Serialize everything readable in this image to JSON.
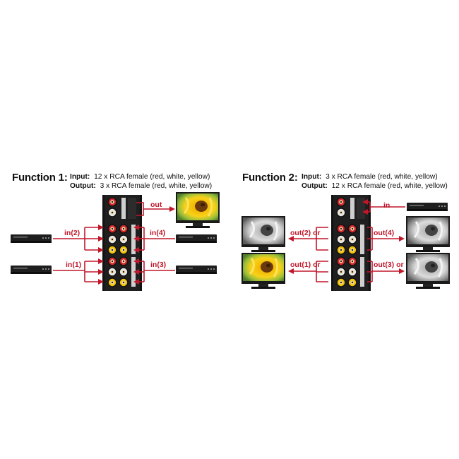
{
  "function1": {
    "title": "Function 1:",
    "input_label": "Input:",
    "input_text": "12 x RCA female (red, white, yellow)",
    "output_label": "Output:",
    "output_text": "3 x RCA female (red, white, yellow)",
    "labels": {
      "out": "out",
      "in2": "in(2)",
      "in4": "in(4)",
      "in1": "in(1)",
      "in3": "in(3)"
    }
  },
  "function2": {
    "title": "Function 2:",
    "input_label": "Input:",
    "input_text": "3 x RCA female (red, white, yellow)",
    "output_label": "Output:",
    "output_text": "12 x RCA female (red, white, yellow)",
    "labels": {
      "in": "in",
      "out2": "out(2) or",
      "out4": "out(4)",
      "out1": "out(1) or",
      "out3": "out(3) or"
    }
  },
  "colors": {
    "accent": "#c0172b",
    "rca_red": "#d4262c",
    "rca_white": "#e8e8e8",
    "rca_yellow": "#f2c400",
    "device": "#1e1e1e"
  }
}
